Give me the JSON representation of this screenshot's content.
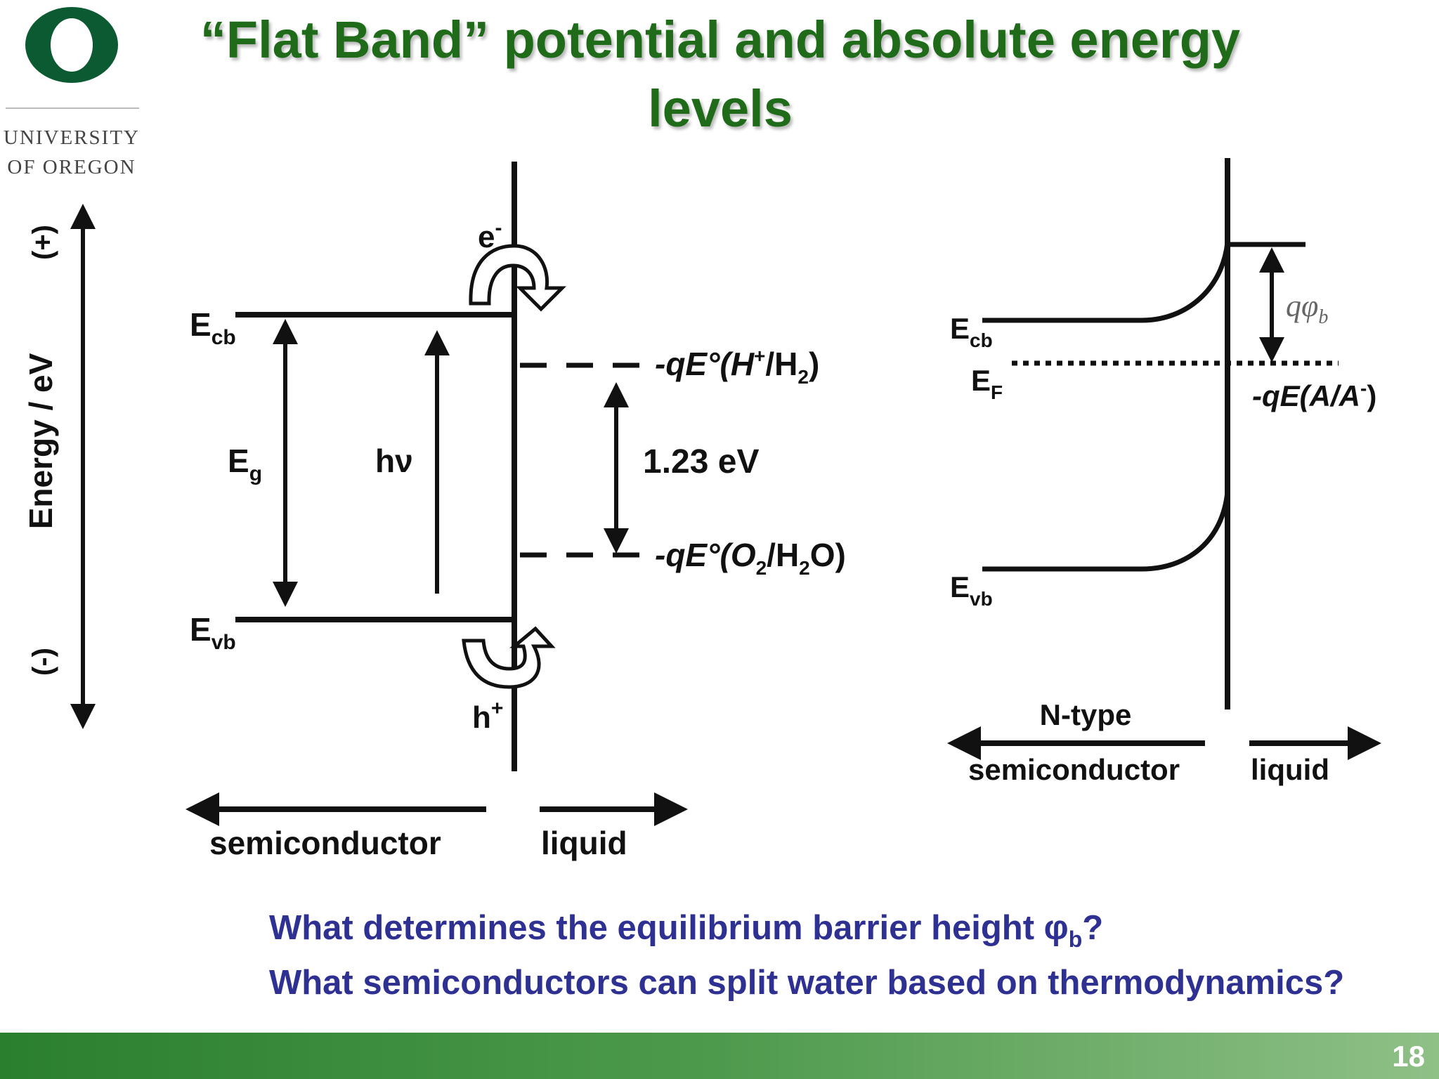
{
  "header": {
    "title_line1": "“Flat Band” potential and absolute energy",
    "title_line2": "levels"
  },
  "logo": {
    "letter": "O",
    "line1": "UNIVERSITY",
    "line2": "OF OREGON",
    "color": "#0b5a32"
  },
  "left_diagram": {
    "axis_label": "Energy / eV",
    "axis_plus": "(+)",
    "axis_minus": "(-)",
    "ecb": "E",
    "ecb_sub": "cb",
    "evb": "E",
    "evb_sub": "vb",
    "eg": "E",
    "eg_sub": "g",
    "hv": "hν",
    "electron": "e",
    "electron_sup": "-",
    "hole": "h",
    "hole_sup": "+",
    "level_h": {
      "pre": "-qE°(H",
      "sup": "+",
      "mid": "/H",
      "sub": "2",
      "post": ")"
    },
    "level_o": {
      "pre": "-qE°(O",
      "sub1": "2",
      "mid": "/H",
      "sub2": "2",
      "post": "O)"
    },
    "gap_value": "1.23 eV",
    "semiconductor_label": "semiconductor",
    "liquid_label": "liquid"
  },
  "right_diagram": {
    "ecb": "E",
    "ecb_sub": "cb",
    "ef": "E",
    "ef_sub": "F",
    "evb": "E",
    "evb_sub": "vb",
    "barrier": "qφ",
    "barrier_sub": "b",
    "redox": {
      "pre": "-qE(A/A",
      "sup": "-",
      "post": ")"
    },
    "type_label": "N-type",
    "semiconductor_label": "semiconductor",
    "liquid_label": "liquid"
  },
  "questions": {
    "q1_pre": "What determines the equilibrium barrier height φ",
    "q1_sub": "b",
    "q1_post": "?",
    "q2": "What semiconductors can split water based on thermodynamics?"
  },
  "footer": {
    "page_number": "18",
    "bar_color": "#4e9a4d"
  }
}
